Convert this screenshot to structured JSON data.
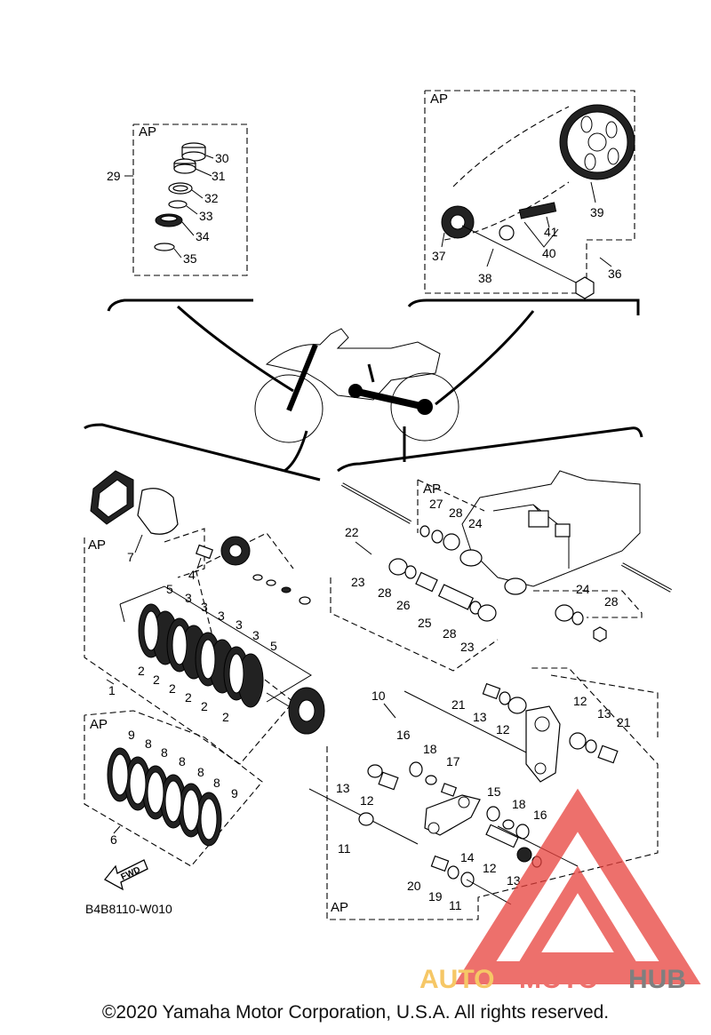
{
  "diagram_code": "B4B8110-W010",
  "copyright": "©2020 Yamaha Motor Corporation, U.S.A. All rights reserved.",
  "ap_label": "AP",
  "fwd_label": "FWD",
  "watermark": {
    "brand_a": "AUTO",
    "brand_b": "MOTO",
    "brand_c": "HUB",
    "color_primary": "#e8413c",
    "color_secondary": "#f3b533",
    "color_tertiary": "#555555"
  },
  "callouts": {
    "steering": [
      "29",
      "30",
      "31",
      "32",
      "33",
      "34",
      "35"
    ],
    "drive": [
      "36",
      "37",
      "38",
      "39",
      "40",
      "41"
    ],
    "clutch": [
      "1",
      "2",
      "3",
      "4",
      "5",
      "6",
      "7",
      "8",
      "9"
    ],
    "swingarm": [
      "10",
      "11",
      "12",
      "13",
      "14",
      "15",
      "16",
      "17",
      "18",
      "19",
      "20",
      "21",
      "22",
      "23",
      "24",
      "25",
      "26",
      "27",
      "28"
    ]
  }
}
